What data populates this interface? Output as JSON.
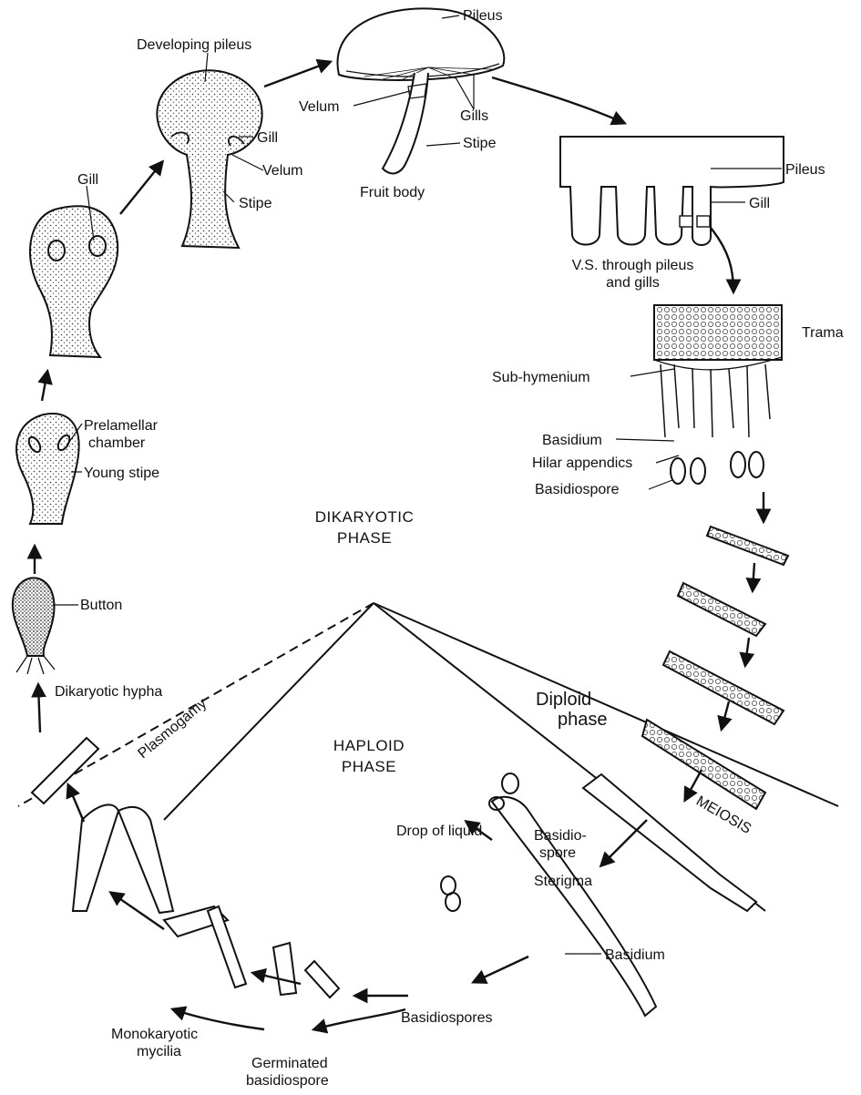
{
  "labels": {
    "pileus_top": "Pileus",
    "developing_pileus": "Developing pileus",
    "velum_fruit": "Velum",
    "gills_fruit": "Gills",
    "stipe_fruit": "Stipe",
    "fruit_body": "Fruit body",
    "gill_dev": "Gill",
    "velum_dev": "Velum",
    "stipe_dev": "Stipe",
    "gill_young": "Gill",
    "pileus_vs": "Pileus",
    "gill_vs": "Gill",
    "vs_caption_1": "V.S. through pileus",
    "vs_caption_2": "and gills",
    "trama": "Trama",
    "sub_hymenium": "Sub-hymenium",
    "basidium_hym": "Basidium",
    "hilar_appendics": "Hilar appendics",
    "basidiospore_hym": "Basidiospore",
    "prelamellar_1": "Prelamellar",
    "prelamellar_2": "chamber",
    "young_stipe": "Young stipe",
    "button": "Button",
    "dikaryotic_phase_1": "DIKARYOTIC",
    "dikaryotic_phase_2": "PHASE",
    "dikaryotic_hypha": "Dikaryotic hypha",
    "plasmogamy": "Plasmogamy",
    "haploid_phase_1": "HAPLOID",
    "haploid_phase_2": "PHASE",
    "diploid_phase_1": "Diploid",
    "diploid_phase_2": "phase",
    "meiosis": "MEIOSIS",
    "drop_of_liquid": "Drop of liquid",
    "basidio_spore_1": "Basidio-",
    "basidio_spore_2": "spore",
    "sterigma": "Sterigma",
    "basidium_lower": "Basidium",
    "basidiospores": "Basidiospores",
    "monokaryotic_1": "Monokaryotic",
    "monokaryotic_2": "mycilia",
    "germinated_1": "Germinated",
    "germinated_2": "basidiospore"
  }
}
